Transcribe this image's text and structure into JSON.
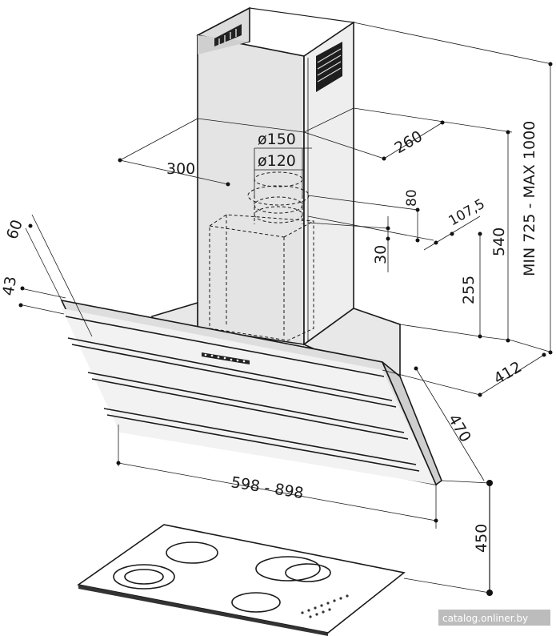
{
  "dimensions": {
    "duct_outer_diameter": "ø150",
    "duct_inner_diameter": "ø120",
    "chimney_depth": "260",
    "chimney_width": "300",
    "collar_height": "80",
    "collar_offset": "107,5",
    "height_total": "MIN 725 - MAX 1000",
    "height_540": "540",
    "height_30": "30",
    "height_255": "255",
    "angle_60": "60",
    "angle_43": "43",
    "depth_412": "412",
    "panel_470": "470",
    "width_range": "598 - 898",
    "hob_clearance": "450"
  },
  "watermark": "catalog.onliner.by"
}
